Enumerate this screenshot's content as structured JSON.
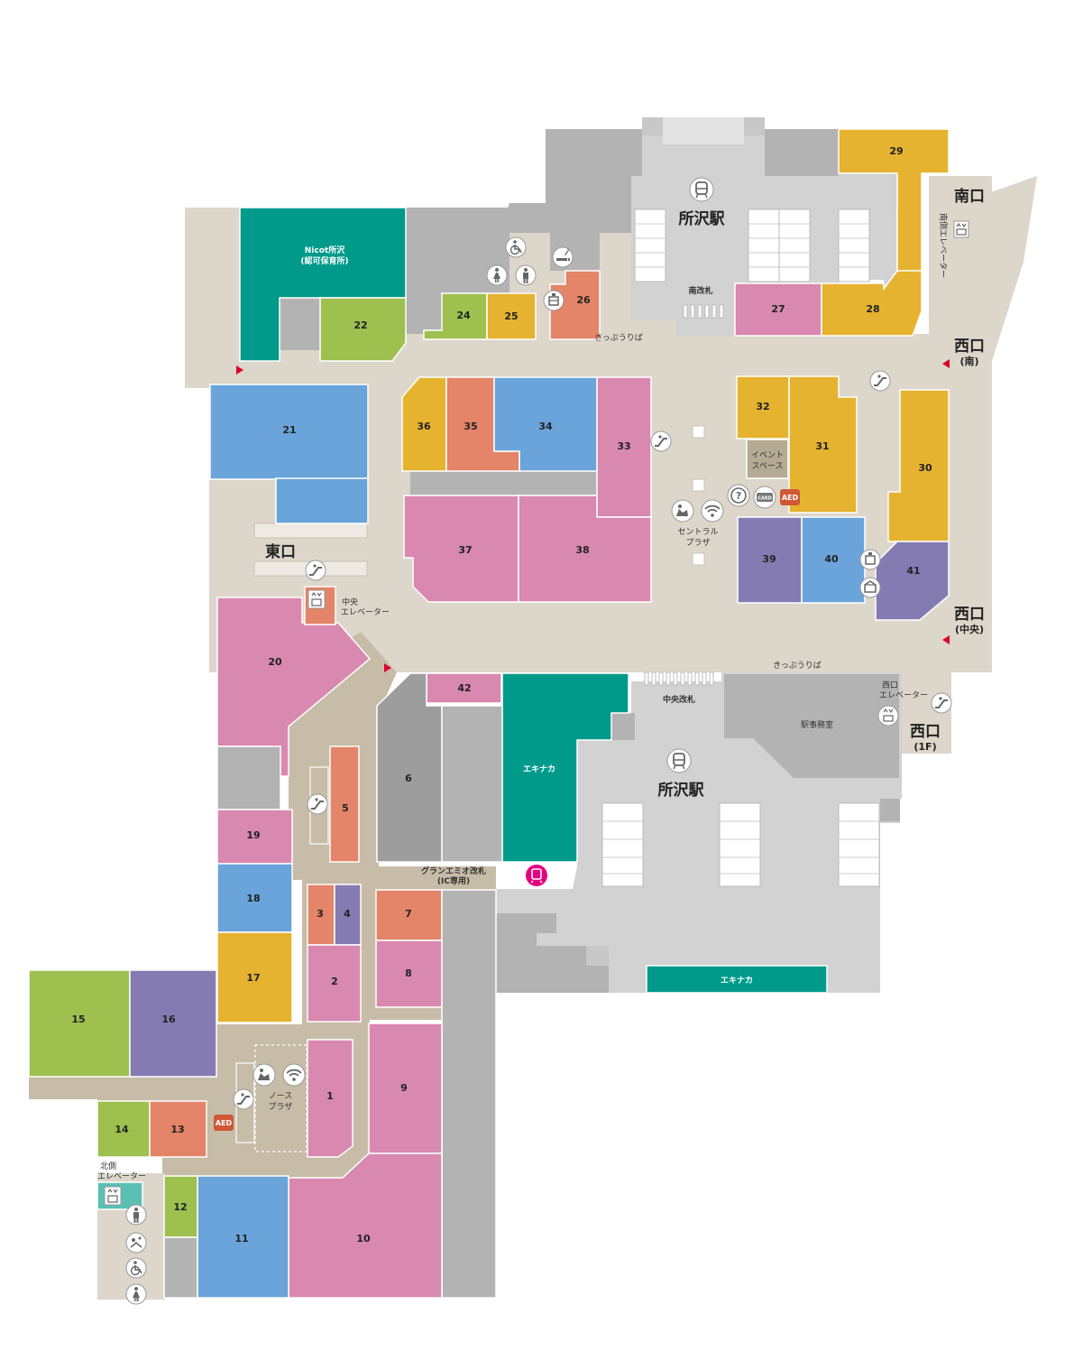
{
  "colors": {
    "floor": "#ddd6cb",
    "floor_dark": "#c7bca7",
    "station": "#d2d2d2",
    "gray": "#b3b3b3",
    "dark_gray": "#9d9d9d",
    "teal": "#009a8b",
    "yellow": "#e6b330",
    "pink": "#d988b0",
    "orange": "#e48468",
    "blue": "#6aa4da",
    "purple": "#857bb3",
    "green": "#9dc04f",
    "aed": "#cf5836",
    "ic_gate": "#e4007f",
    "entrance_arrow": "#d9002a"
  },
  "stations": {
    "south_station_name": "所沢駅",
    "central_station_name": "所沢駅"
  },
  "gates": {
    "south_gate": "南改札",
    "central_gate": "中央改札",
    "granemio_gate_line1": "グランエミオ改札",
    "granemio_gate_line2": "(IC専用)"
  },
  "ticket_areas": {
    "south": "きっぷうりば",
    "central": "きっぷうりば"
  },
  "entrances": {
    "south_exit": "南口",
    "west_south_line1": "西口",
    "west_south_line2": "(南)",
    "west_central_line1": "西口",
    "west_central_line2": "(中央)",
    "west_1f_line1": "西口",
    "west_1f_line2": "(1F)",
    "east_exit": "東口"
  },
  "elevators": {
    "south_side": "南側エレベーター",
    "central_line1": "中央",
    "central_line2": "エレベーター",
    "west_line1": "西口",
    "west_line2": "エレベーター",
    "north_line1": "北側",
    "north_line2": "エレベーター"
  },
  "plazas": {
    "central_line1": "セントラル",
    "central_line2": "プラザ",
    "north_line1": "ノース",
    "north_line2": "プラザ",
    "event_line1": "イベント",
    "event_line2": "スペース"
  },
  "facilities": {
    "nicot_line1": "Nicot所沢",
    "nicot_line2": "(認可保育所)",
    "ekinaka_upper": "エキナカ",
    "ekinaka_lower": "エキナカ",
    "station_office": "駅事務室"
  },
  "badges": {
    "aed_central": "AED",
    "aed_north": "AED",
    "card": "CARD",
    "info": "?"
  },
  "shops": [
    "1",
    "2",
    "3",
    "4",
    "5",
    "6",
    "7",
    "8",
    "9",
    "10",
    "11",
    "12",
    "13",
    "14",
    "15",
    "16",
    "17",
    "18",
    "19",
    "20",
    "21",
    "22",
    "24",
    "25",
    "26",
    "27",
    "28",
    "29",
    "30",
    "31",
    "32",
    "33",
    "34",
    "35",
    "36",
    "37",
    "38",
    "39",
    "40",
    "41",
    "42"
  ]
}
